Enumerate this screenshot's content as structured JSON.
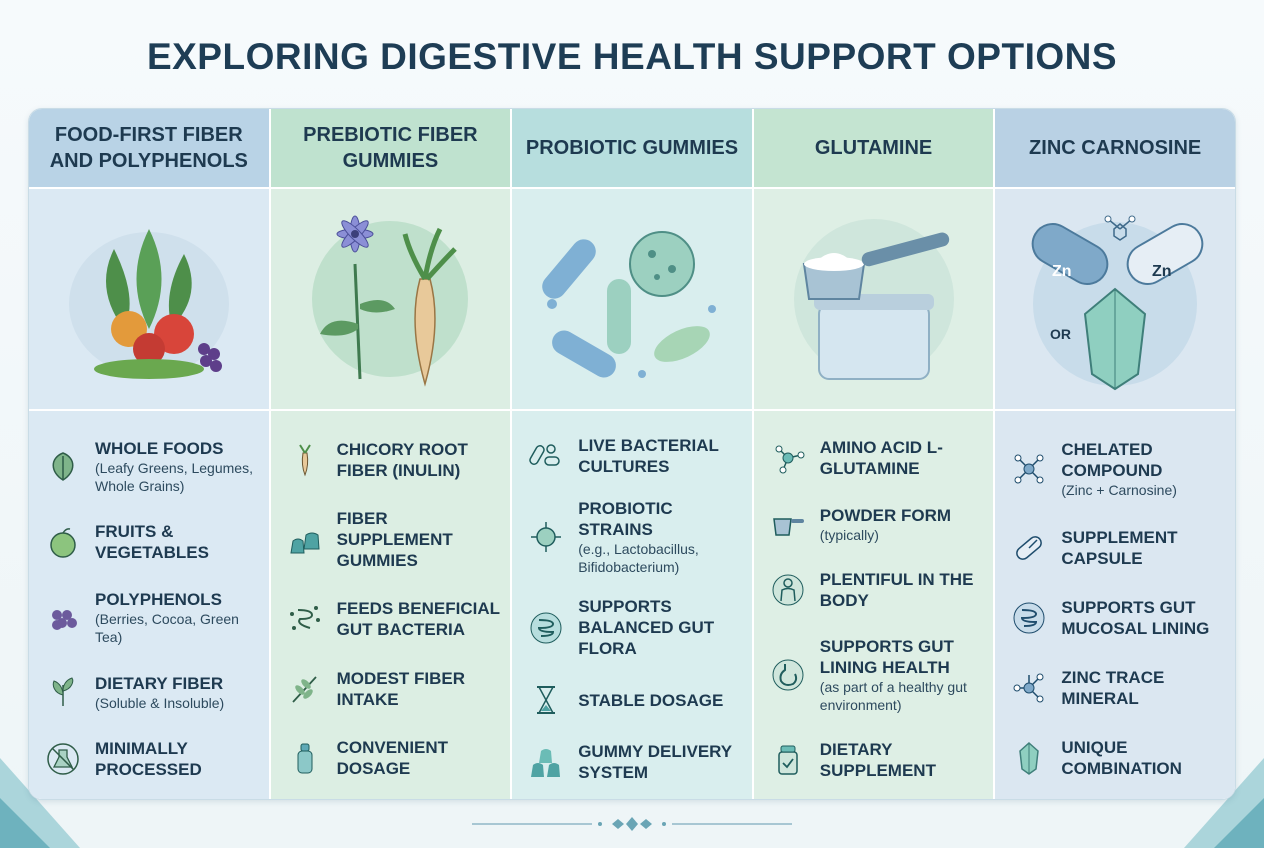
{
  "title": "EXPLORING DIGESTIVE HEALTH SUPPORT OPTIONS",
  "columns": [
    {
      "header": "FOOD-FIRST FIBER AND POLYPHENOLS",
      "image_icon": "vegetables-illustration",
      "items": [
        {
          "label": "WHOLE FOODS",
          "sub": "(Leafy Greens, Legumes, Whole Grains)",
          "icon": "leaf-icon"
        },
        {
          "label": "FRUITS & VEGETABLES",
          "sub": "",
          "icon": "apple-icon"
        },
        {
          "label": "POLYPHENOLS",
          "sub": "(Berries, Cocoa, Green Tea)",
          "icon": "berries-icon"
        },
        {
          "label": "DIETARY FIBER",
          "sub": "(Soluble & Insoluble)",
          "icon": "plant-icon"
        },
        {
          "label": "MINIMALLY PROCESSED",
          "sub": "",
          "icon": "flask-icon"
        }
      ]
    },
    {
      "header": "PREBIOTIC FIBER GUMMIES",
      "image_icon": "chicory-root-illustration",
      "items": [
        {
          "label": "CHICORY ROOT FIBER (INULIN)",
          "sub": "",
          "icon": "root-icon"
        },
        {
          "label": "FIBER SUPPLEMENT GUMMIES",
          "sub": "",
          "icon": "gummies-icon"
        },
        {
          "label": "FEEDS BENEFICIAL GUT BACTERIA",
          "sub": "",
          "icon": "gut-bacteria-icon"
        },
        {
          "label": "MODEST FIBER INTAKE",
          "sub": "",
          "icon": "sprig-icon"
        },
        {
          "label": "CONVENIENT DOSAGE",
          "sub": "",
          "icon": "bottle-icon"
        }
      ]
    },
    {
      "header": "PROBIOTIC GUMMIES",
      "image_icon": "bacteria-illustration",
      "items": [
        {
          "label": "LIVE BACTERIAL CULTURES",
          "sub": "",
          "icon": "bacteria-icon"
        },
        {
          "label": "PROBIOTIC STRAINS",
          "sub": "(e.g., Lactobacillus, Bifidobacterium)",
          "icon": "microbe-icon"
        },
        {
          "label": "SUPPORTS BALANCED GUT FLORA",
          "sub": "",
          "icon": "intestine-icon"
        },
        {
          "label": "STABLE DOSAGE",
          "sub": "",
          "icon": "hourglass-icon"
        },
        {
          "label": "GUMMY DELIVERY SYSTEM",
          "sub": "",
          "icon": "gummies-icon"
        }
      ]
    },
    {
      "header": "GLUTAMINE",
      "image_icon": "powder-scoop-illustration",
      "items": [
        {
          "label": "AMINO ACID L-GLUTAMINE",
          "sub": "",
          "icon": "molecule-icon"
        },
        {
          "label": "POWDER FORM",
          "sub": "(typically)",
          "icon": "scoop-icon"
        },
        {
          "label": "PLENTIFUL IN THE BODY",
          "sub": "",
          "icon": "body-icon"
        },
        {
          "label": "SUPPORTS GUT LINING HEALTH",
          "sub": "(as part of a healthy gut environment)",
          "icon": "stomach-icon"
        },
        {
          "label": "DIETARY SUPPLEMENT",
          "sub": "",
          "icon": "supplement-jar-icon"
        }
      ]
    },
    {
      "header": "ZINC CARNOSINE",
      "image_icon": "zinc-capsule-crystal-illustration",
      "image_texts": {
        "capsule_left": "Zn",
        "capsule_right": "Zn",
        "or": "OR"
      },
      "items": [
        {
          "label": "CHELATED COMPOUND",
          "sub": "(Zinc + Carnosine)",
          "icon": "molecule-icon"
        },
        {
          "label": "SUPPLEMENT CAPSULE",
          "sub": "",
          "icon": "capsule-icon"
        },
        {
          "label": "SUPPORTS GUT MUCOSAL LINING",
          "sub": "",
          "icon": "intestine-icon"
        },
        {
          "label": "ZINC TRACE MINERAL",
          "sub": "",
          "icon": "molecule-icon"
        },
        {
          "label": "UNIQUE COMBINATION",
          "sub": "",
          "icon": "crystal-icon"
        }
      ]
    }
  ]
}
